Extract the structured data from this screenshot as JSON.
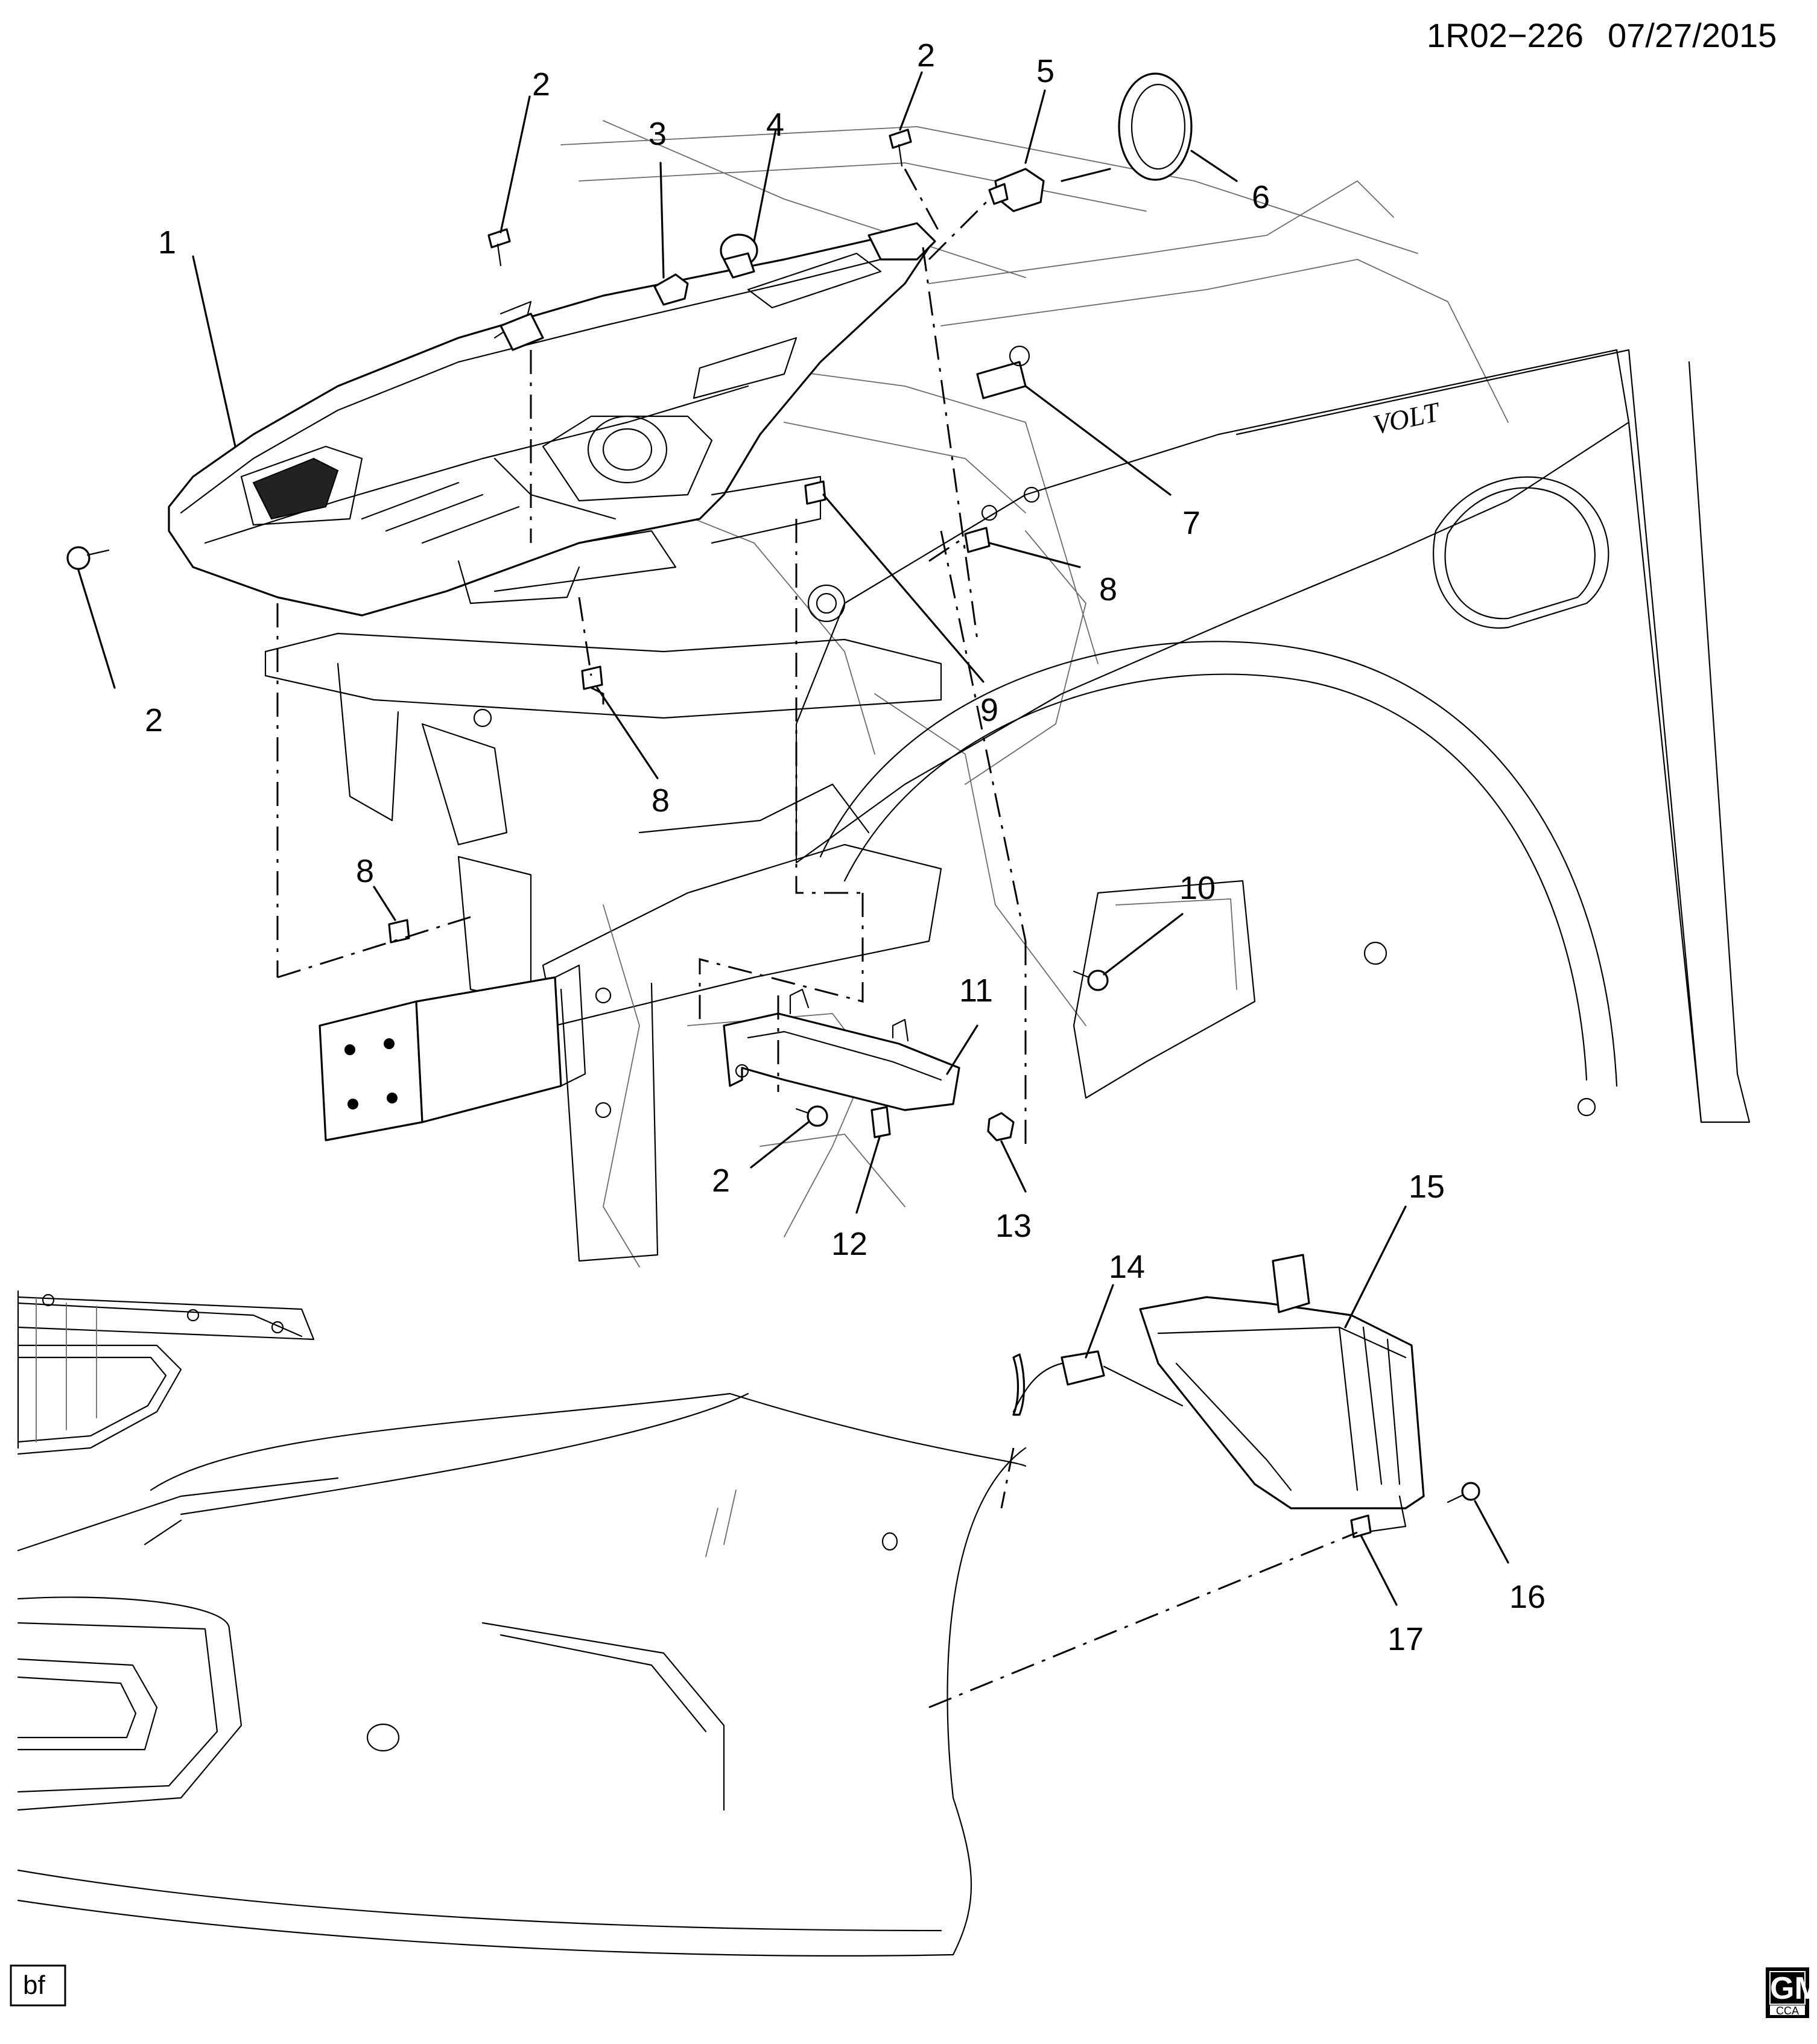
{
  "header": {
    "diagram_id": "1R02−226",
    "date": "07/27/2015"
  },
  "callouts": {
    "c1": "1",
    "c2a": "2",
    "c2b": "2",
    "c2c": "2",
    "c2d": "2",
    "c3": "3",
    "c4": "4",
    "c5": "5",
    "c6": "6",
    "c7": "7",
    "c8a": "8",
    "c8b": "8",
    "c8c": "8",
    "c9": "9",
    "c10": "10",
    "c11": "11",
    "c12": "12",
    "c13": "13",
    "c14": "14",
    "c15": "15",
    "c16": "16",
    "c17": "17"
  },
  "fender_badge": "VOLT",
  "footer": {
    "initials": "bf",
    "logo_text": "GM",
    "logo_sub": "CCA"
  }
}
